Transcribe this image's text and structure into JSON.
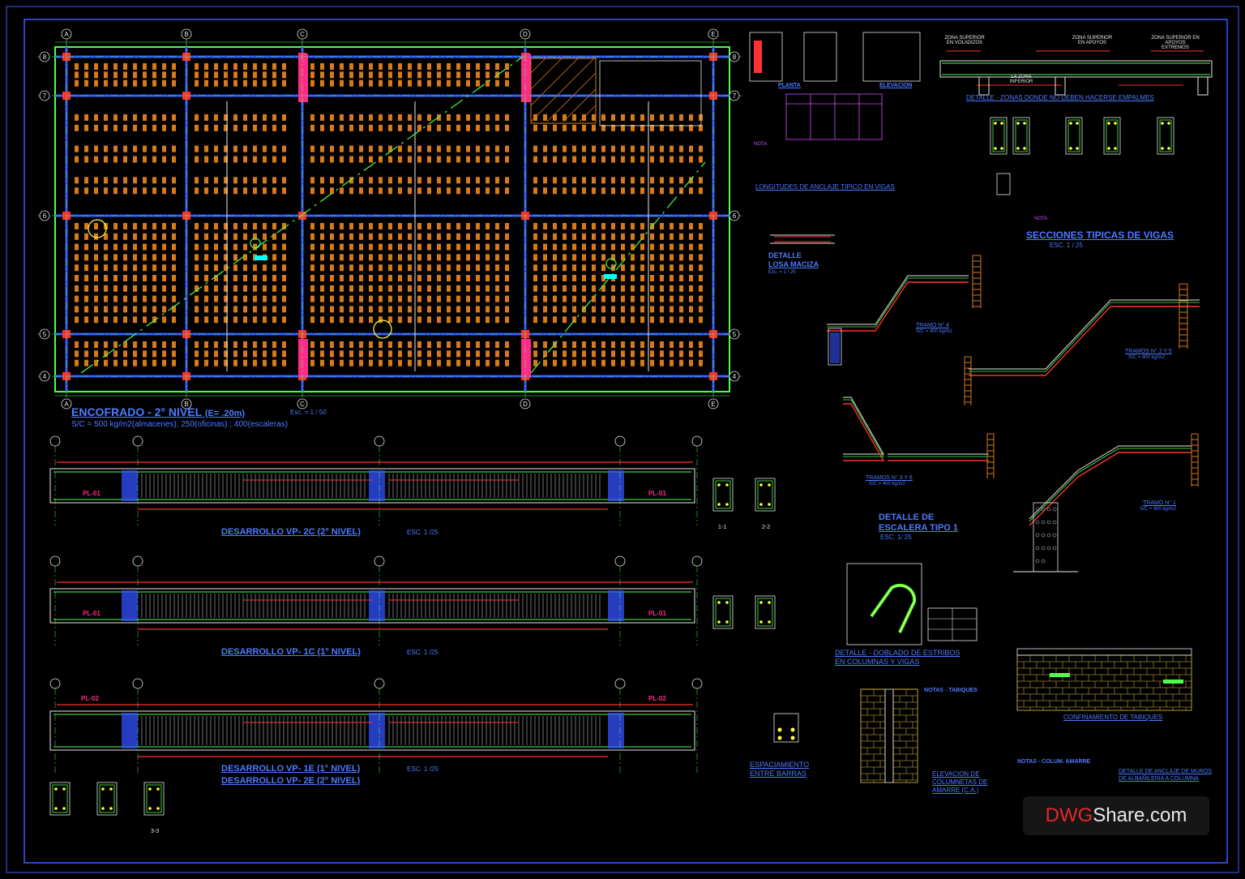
{
  "colors": {
    "background": "#000000",
    "border": "#3f5bff",
    "beam": "#3352ff",
    "joist": "#d67a1a",
    "column": "#ff2a8a",
    "axis": "#4cff4c",
    "rebar": "#ff3030",
    "title": "#4d7bff",
    "note": "#d24cff"
  },
  "plan": {
    "title": "ENCOFRADO - 2° NIVEL",
    "thickness": "(E= .20m)",
    "scale": "Esc. = 1 / 50",
    "load": "S/C = 500 kg/m2(almacenes); 250(oficinas) ; 400(escaleras)",
    "axes_columns": [
      "A",
      "B",
      "C",
      "D",
      "E"
    ],
    "axes_rows": [
      "8",
      "7",
      "6",
      "5",
      "4"
    ]
  },
  "details": {
    "anchorage": {
      "planta": "PLANTA",
      "elevacion": "ELEVACION",
      "title": "LONGITUDES DE ANCLAJE TIPICO EN VIGAS",
      "nota": "NOTA"
    },
    "splices": {
      "title": "DETALLE - ZONAS DONDE NO DEBEN HACERSE EMPALMES",
      "zone1": "ZONA SUPERIOR EN VOLADIZOS",
      "zone2": "ZONA SUPERIOR EN APOYOS",
      "zone3": "ZONA SUPERIOR EN APOYOS EXTREMOS",
      "zone4": "LA ZONA INFERIOR"
    },
    "sections": {
      "title": "SECCIONES TIPICAS DE VIGAS",
      "scale": "ESC. 1 / 25",
      "nota": "NOTA"
    },
    "slab": {
      "title1": "DETALLE",
      "title2": "LOSA MACIZA",
      "scale": "Esc. = 1 / 25"
    },
    "stairs": {
      "title1": "DETALLE DE",
      "title2": "ESCALERA TIPO 1",
      "scale": "ESC. 1/ 25",
      "tramo4": "TRAMO N° 4",
      "tramo4_load": "S/C = 400 kg/m2",
      "tramo25": "TRAMOS N° 2 Y 5",
      "tramo25_load": "S/C = 400 kg/m2",
      "tramo36": "TRAMOS N° 3 Y 6",
      "tramo36_load": "S/C = 400 kg/m2",
      "tramo1": "TRAMO N° 1",
      "tramo1_load": "S/C = 400 kg/m2"
    },
    "stirrup": {
      "title1": "DETALLE - DOBLADO DE ESTRIBOS",
      "title2": "EN COLUMNAS Y VIGAS"
    },
    "spacing": {
      "title1": "ESPACIAMIENTO",
      "title2": "ENTRE BARRAS"
    },
    "tabiques": {
      "notes_title": "NOTAS - TABIQUES",
      "elev1": "ELEVACION DE",
      "elev2": "COLUMNETAS DE",
      "elev3": "AMARRE (C.A.)",
      "conf": "CONFINAMIENTO DE TABIQUES",
      "col_notes": "NOTAS - COLUM. AMARRE",
      "anchor1": "DETALLE DE ANCLAJE DE MUROS",
      "anchor2": "DE ALBAÑILERIA A COLUMNA"
    }
  },
  "beams": [
    {
      "title": "DESARROLLO VP- 2C  (2° NIVEL)",
      "scale": "ESC. 1 /25",
      "end_label": "PL-01"
    },
    {
      "title": "DESARROLLO VP- 1C  (1° NIVEL)",
      "scale": "ESC. 1 /25",
      "end_label": "PL-01"
    },
    {
      "title": "DESARROLLO VP- 1E  (1° NIVEL)",
      "title2": "DESARROLLO VP- 2E  (2° NIVEL)",
      "scale": "ESC. 1 /25",
      "end_label": "PL-02"
    }
  ],
  "cuts": [
    "1-1",
    "2-2",
    "3-3"
  ],
  "watermark": {
    "part1": "DWG",
    "part2": "Share.com",
    "color1": "#e8282a",
    "color2": "#e8e8e8"
  }
}
